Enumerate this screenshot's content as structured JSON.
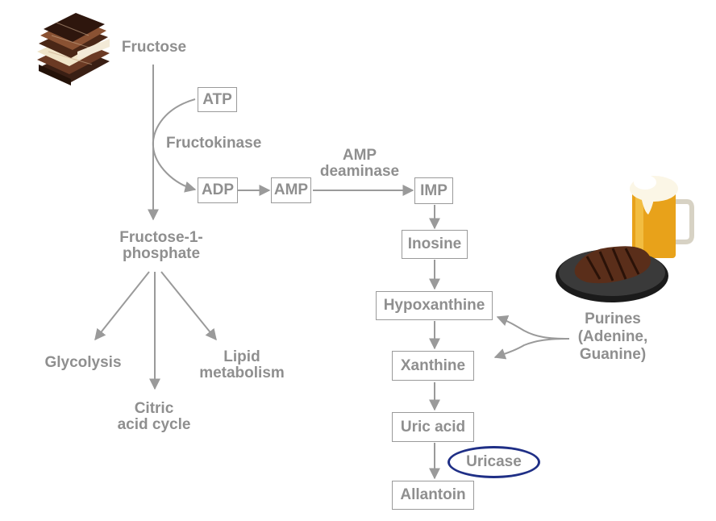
{
  "nodes": {
    "atp": "ATP",
    "adp": "ADP",
    "amp": "AMP",
    "imp": "IMP",
    "inosine": "Inosine",
    "hypoxanthine": "Hypoxanthine",
    "xanthine": "Xanthine",
    "uric_acid": "Uric acid",
    "allantoin": "Allantoin"
  },
  "labels": {
    "fructose": "Fructose",
    "fructokinase": "Fructokinase",
    "amp_deaminase_1": "AMP",
    "amp_deaminase_2": "deaminase",
    "f1p_1": "Fructose-1-",
    "f1p_2": "phosphate",
    "glycolysis": "Glycolysis",
    "citric_1": "Citric",
    "citric_2": "acid cycle",
    "lipid_1": "Lipid",
    "lipid_2": "metabolism",
    "purines_1": "Purines",
    "purines_2": "(Adenine,",
    "purines_3": "Guanine)",
    "uricase": "Uricase"
  },
  "colors": {
    "arrow": "#9a9a9a",
    "text": "#8f8f8f",
    "uricase_ring": "#1f2f86"
  },
  "icons": [
    "chocolate-bars-image",
    "beer-mug-image",
    "steak-plate-image"
  ]
}
